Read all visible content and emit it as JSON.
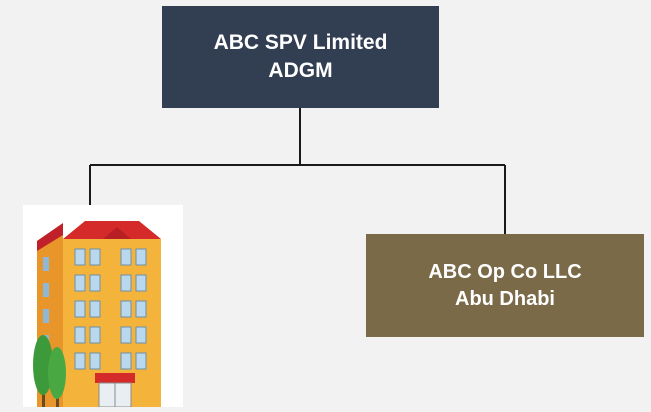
{
  "diagram": {
    "parent": {
      "line1": "ABC SPV Limited",
      "line2": "ADGM",
      "color": "#323e52"
    },
    "child": {
      "line1": "ABC Op Co LLC",
      "line2": "Abu Dhabi",
      "color": "#7a6a48"
    },
    "left_child_icon": "building-icon",
    "connector_color": "#1a1a1a",
    "background_color": "#f2f2f2"
  }
}
